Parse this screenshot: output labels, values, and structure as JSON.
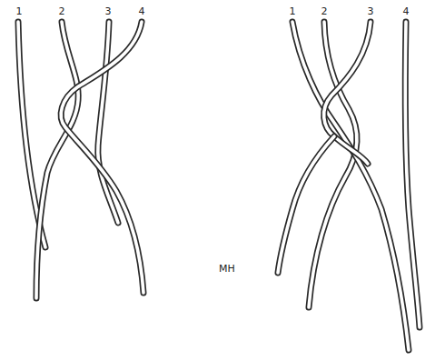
{
  "diagram": {
    "labels": [
      "1",
      "2",
      "3",
      "4",
      "1",
      "2",
      "3",
      "4",
      "MH"
    ]
  }
}
